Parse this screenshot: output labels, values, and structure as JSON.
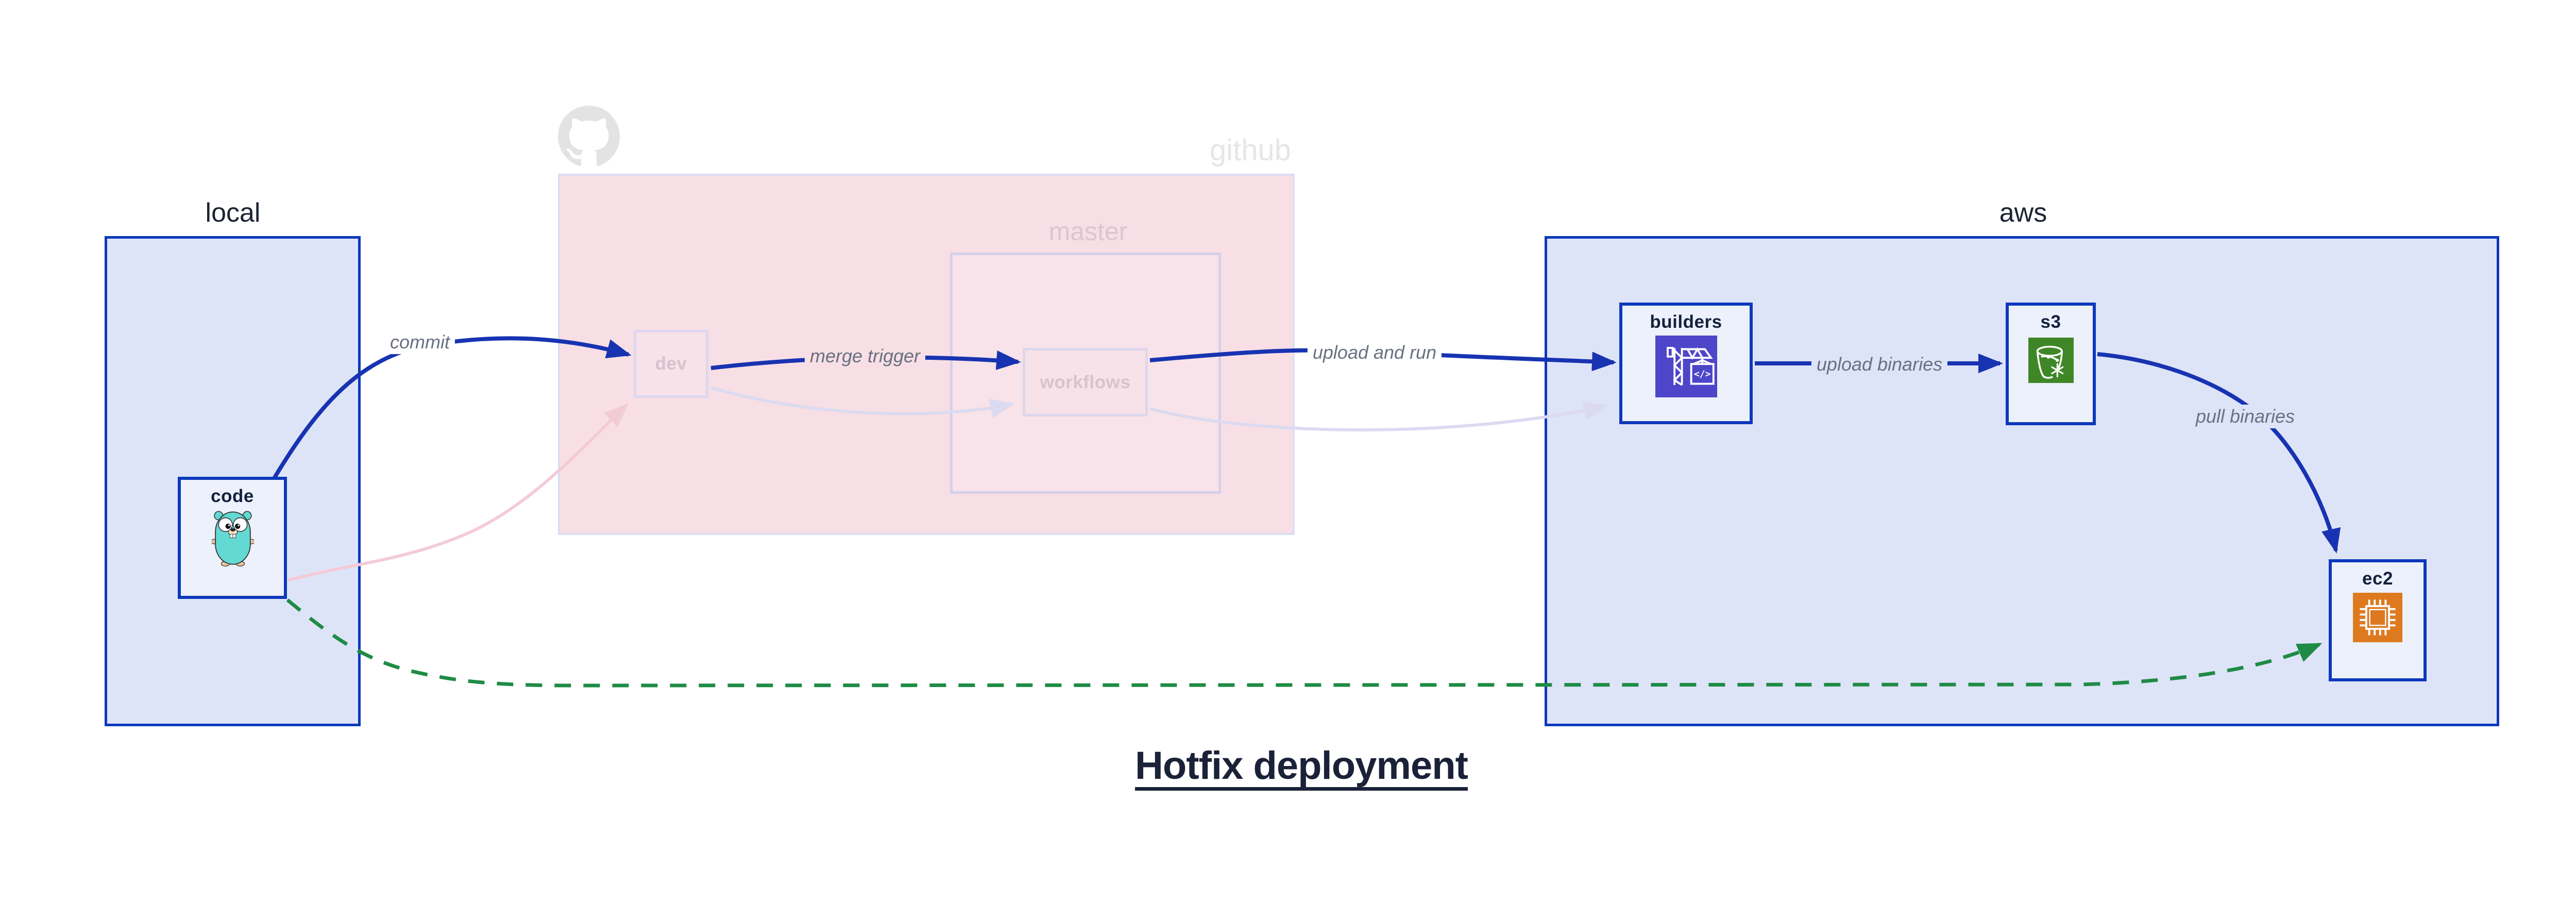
{
  "diagram_title": "Hotfix deployment",
  "groups": {
    "local": {
      "label": "local"
    },
    "github": {
      "label": "github"
    },
    "master": {
      "label": "master"
    },
    "aws": {
      "label": "aws"
    }
  },
  "nodes": {
    "code": {
      "label": "code",
      "icon": "go-gopher-icon"
    },
    "dev": {
      "label": "dev"
    },
    "workflows": {
      "label": "workflows"
    },
    "builders": {
      "label": "builders",
      "icon": "codebuild-crane-icon"
    },
    "s3": {
      "label": "s3",
      "icon": "s3-bucket-icon"
    },
    "ec2": {
      "label": "ec2",
      "icon": "ec2-chip-icon"
    }
  },
  "edges": {
    "commit": {
      "label": "commit"
    },
    "merge_trigger": {
      "label": "merge trigger"
    },
    "upload_and_run": {
      "label": "upload and run"
    },
    "upload_binaries": {
      "label": "upload binaries"
    },
    "pull_binaries": {
      "label": "pull binaries"
    }
  },
  "icons": {
    "codebuild_glyph": "</>"
  },
  "colors": {
    "edge_blue": "#1733B1",
    "border_blue": "#0D38BB",
    "group_fill_blue": "#DEE4F8",
    "node_fill": "#EDF1FB",
    "github_fill": "#F8DFE5",
    "master_fill": "#F7E3E9",
    "faded_pink_edge": "#F3CBD7",
    "faded_lavender_edge": "#DCDAF0",
    "hotfix_green": "#1F8B45",
    "codebuild_purple": "#4D46C8",
    "s3_green": "#3F8726",
    "ec2_orange": "#DD7A20",
    "gopher_teal": "#63D9D4"
  }
}
